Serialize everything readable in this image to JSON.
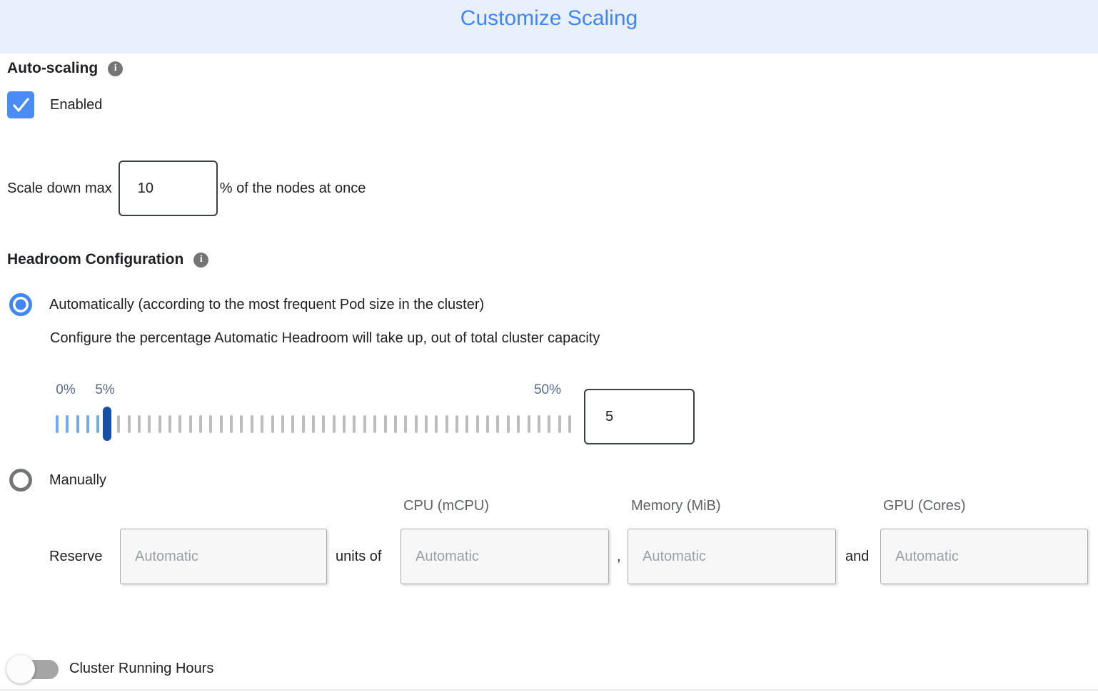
{
  "header": {
    "title": "Customize Scaling"
  },
  "auto_scaling": {
    "label": "Auto-scaling",
    "info_icon_glyph": "i",
    "checkbox_checked": true,
    "enabled_label": "Enabled"
  },
  "scale_down": {
    "prefix": "Scale down max",
    "value": "10",
    "suffix": "% of the nodes at once"
  },
  "headroom": {
    "label": "Headroom Configuration",
    "info_icon_glyph": "i",
    "auto_option_selected": true,
    "auto_option_label": "Automatically (according to the most frequent Pod size in the cluster)",
    "auto_description": "Configure the percentage Automatic Headroom will take up, out of total cluster capacity",
    "slider": {
      "min_label": "0%",
      "current_label": "5%",
      "max_label": "50%",
      "tick_count": 51,
      "active_ticks": 6,
      "handle_index": 5,
      "value": "5",
      "active_color": "#74A9F4",
      "inactive_color": "#BDBDBD",
      "handle_color": "#174EA6"
    },
    "manual_option_selected": false,
    "manual_option_label": "Manually"
  },
  "manual": {
    "columns": [
      {
        "label": "CPU (mCPU)"
      },
      {
        "label": "Memory (MiB)"
      },
      {
        "label": "GPU (Cores)"
      }
    ],
    "reserve_label": "Reserve",
    "units_of_label": "units of",
    "comma_separator": ",",
    "and_label": "and",
    "placeholders": {
      "reserve": "Automatic",
      "cpu": "Automatic",
      "memory": "Automatic",
      "gpu": "Automatic"
    }
  },
  "cluster_running_hours": {
    "label": "Cluster Running Hours",
    "toggle_on": false
  },
  "colors": {
    "header_bg": "#E8F0FE",
    "title_blue": "#4285F4",
    "checkbox_blue": "#4A8BF5",
    "radio_blue": "#4285F4",
    "slider_handle_blue": "#174EA6",
    "slider_active_blue": "#74A9F4",
    "info_gray": "#757575"
  }
}
